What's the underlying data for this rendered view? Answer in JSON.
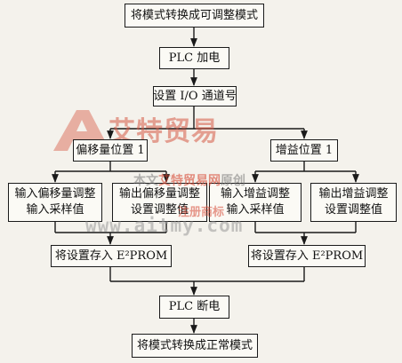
{
  "flowchart": {
    "step_mode_adjust": "将模式转换成可调整模式",
    "step_power_on": "PLC 加电",
    "step_set_channel": "设置 I/O 通道号",
    "branch_offset": "偏移量位置 1",
    "branch_gain": "增益位置 1",
    "offset_input": [
      "输入偏移量调整",
      "输入采样值"
    ],
    "offset_output": [
      "输出偏移量调整",
      "设置调整值"
    ],
    "gain_input": [
      "输入增益调整",
      "输入采样值"
    ],
    "gain_output": [
      "输出增益调整",
      "设置调整值"
    ],
    "store_left": "将设置存入 E²PROM",
    "store_right": "将设置存入 E²PROM",
    "step_power_off": "PLC 断电",
    "step_mode_normal": "将模式转换成正常模式"
  },
  "watermark": {
    "brand": "艾特贸易",
    "line_gray_1": "本文",
    "line_red": "艾特贸易网",
    "line_gray_2": "原创",
    "registered": "注册商标",
    "url": "www.aitmy.com",
    "brand_color": "#d65a46"
  }
}
